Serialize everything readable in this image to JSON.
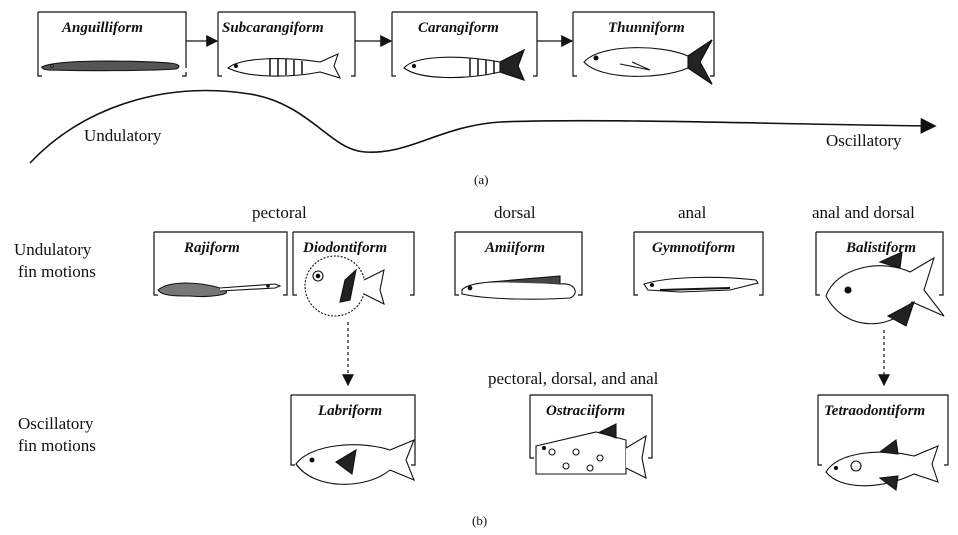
{
  "part_a": {
    "caption": "(a)",
    "axis_left": "Undulatory",
    "axis_right": "Oscillatory",
    "modes": [
      {
        "name": "Anguilliform"
      },
      {
        "name": "Subcarangiform"
      },
      {
        "name": "Carangiform"
      },
      {
        "name": "Thunniform"
      }
    ]
  },
  "part_b": {
    "caption": "(b)",
    "row_labels": {
      "undulatory": [
        "Undulatory",
        "fin motions"
      ],
      "oscillatory": [
        "Oscillatory",
        "fin motions"
      ]
    },
    "fin_headers": {
      "pectoral": "pectoral",
      "dorsal": "dorsal",
      "anal": "anal",
      "anal_dorsal": "anal and dorsal",
      "combined": "pectoral, dorsal, and anal"
    },
    "undulatory_modes": [
      {
        "name": "Rajiform"
      },
      {
        "name": "Diodontiform"
      },
      {
        "name": "Amiiform"
      },
      {
        "name": "Gymnotiform"
      },
      {
        "name": "Balistiform"
      }
    ],
    "oscillatory_modes": [
      {
        "name": "Labriform"
      },
      {
        "name": "Ostraciiform"
      },
      {
        "name": "Tetraodontiform"
      }
    ]
  }
}
